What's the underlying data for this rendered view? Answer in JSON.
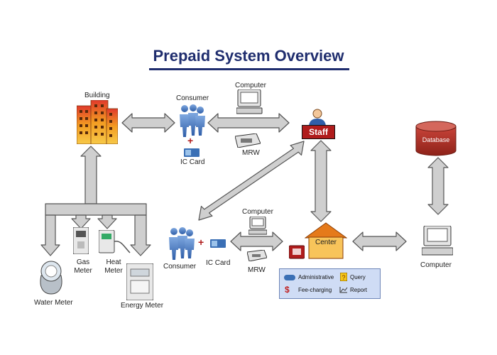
{
  "title": "Prepaid System Overview",
  "labels": {
    "building": "Building",
    "consumer_top": "Consumer",
    "computer_top": "Computer",
    "ic_card_top": "IC Card",
    "mrw_top": "MRW",
    "staff": "Staff",
    "database": "Database",
    "gas_meter": "Gas\nMeter",
    "heat_meter": "Heat\nMeter",
    "water_meter": "Water Meter",
    "energy_meter": "Energy Meter",
    "consumer_bottom": "Consumer",
    "ic_card_bottom": "IC Card",
    "computer_bottom": "Computer",
    "mrw_bottom": "MRW",
    "center": "Center",
    "computer_right": "Computer"
  },
  "legend": {
    "administrative": "Administrative",
    "query": "Query",
    "fee_charging": "Fee-charging",
    "report": "Report"
  },
  "colors": {
    "title": "#1f2d6e",
    "arrow_fill": "#cfcfcf",
    "arrow_stroke": "#555555",
    "staff_red": "#b01c1c",
    "database_red": "#b5362b",
    "house_orange": "#f5a623",
    "legend_bg": "#cfdcf5"
  },
  "icons": [
    "building-icon",
    "people-icon",
    "computer-icon",
    "card-reader-icon",
    "staff-icon",
    "database-icon",
    "house-icon",
    "meter-icon",
    "dollar-icon",
    "report-icon",
    "query-icon"
  ]
}
